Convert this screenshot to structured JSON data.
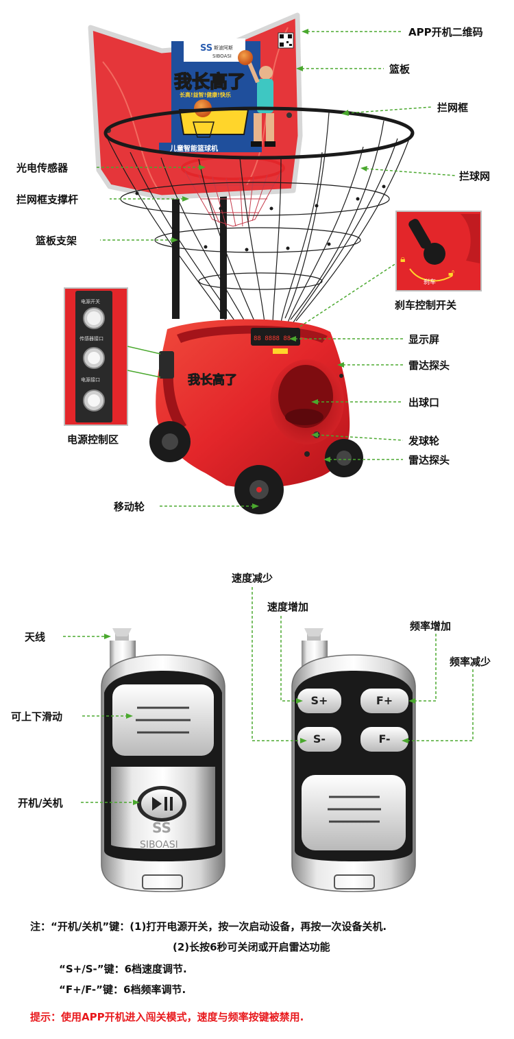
{
  "machine_labels": {
    "app_qr": "APP开机二维码",
    "backboard": "篮板",
    "net_frame": "拦网框",
    "photo_sensor": "光电传感器",
    "net": "拦球网",
    "net_frame_rod": "拦网框支撑杆",
    "backboard_bracket": "篮板支架",
    "brake_switch": "刹车控制开关",
    "display": "显示屏",
    "radar_probe_top": "雷达探头",
    "ball_outlet": "出球口",
    "launch_wheel": "发球轮",
    "radar_probe_bottom": "雷达探头",
    "power_control": "电源控制区",
    "wheels": "移动轮"
  },
  "backboard_art": {
    "brand_cn": "斯波阿斯",
    "brand_en": "SIBOASI",
    "slogan": "我长高了",
    "sub_slogan": "长高!益智!健康!快乐",
    "product": "儿童智能篮球机"
  },
  "machine_body": {
    "slogan": "我长高了",
    "display_digits": "88 8888 88"
  },
  "power_panel": {
    "power_switch": "电源开关",
    "sensor_port": "传感器接口",
    "power_port": "电源接口"
  },
  "brake_inset": {
    "brake_text": "刹车"
  },
  "remote_labels": {
    "antenna": "天线",
    "slide": "可上下滑动",
    "power_toggle": "开机/关机",
    "speed_down": "速度减少",
    "speed_up": "速度增加",
    "freq_up": "频率增加",
    "freq_down": "频率减少"
  },
  "remote_left": {
    "logo": "SIBOASI"
  },
  "remote_right": {
    "buttons": [
      "S+",
      "F+",
      "S-",
      "F-"
    ]
  },
  "notes": {
    "line1": "注：“开机/关机”键：(1)打开电源开关，按一次启动设备，再按一次设备关机.",
    "line2": "(2)长按6秒可关闭或开启雷达功能",
    "line3": "“S+/S-”键：6档速度调节.",
    "line4": "“F+/F-”键：6档频率调节.",
    "tip": "提示：使用APP开机进入闯关模式，速度与频率按键被禁用."
  },
  "colors": {
    "machine_red": "#e3262a",
    "leader_green": "#4aa82e",
    "tip_red": "#e8191d"
  }
}
